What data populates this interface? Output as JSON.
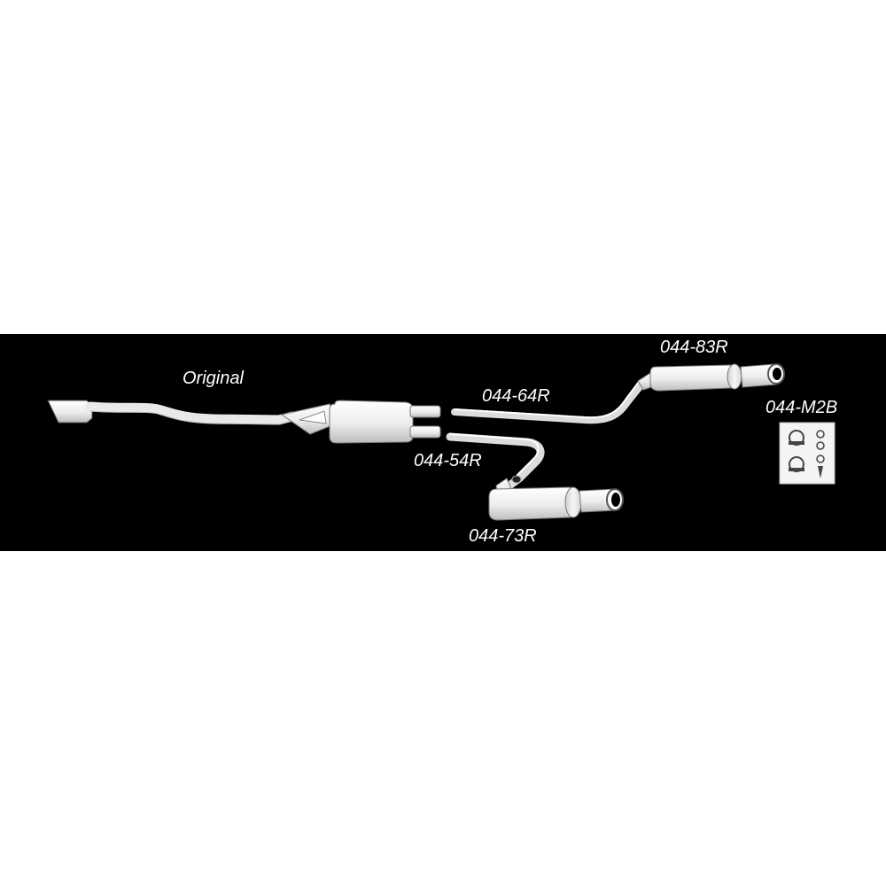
{
  "diagram": {
    "background": "#000000",
    "part_color": "#f2f2f2",
    "labels": {
      "original": "Original",
      "pipe_upper": "044-64R",
      "pipe_lower": "044-54R",
      "muffler_upper": "044-83R",
      "muffler_lower": "044-73R",
      "mount_kit": "044-M2B"
    }
  }
}
